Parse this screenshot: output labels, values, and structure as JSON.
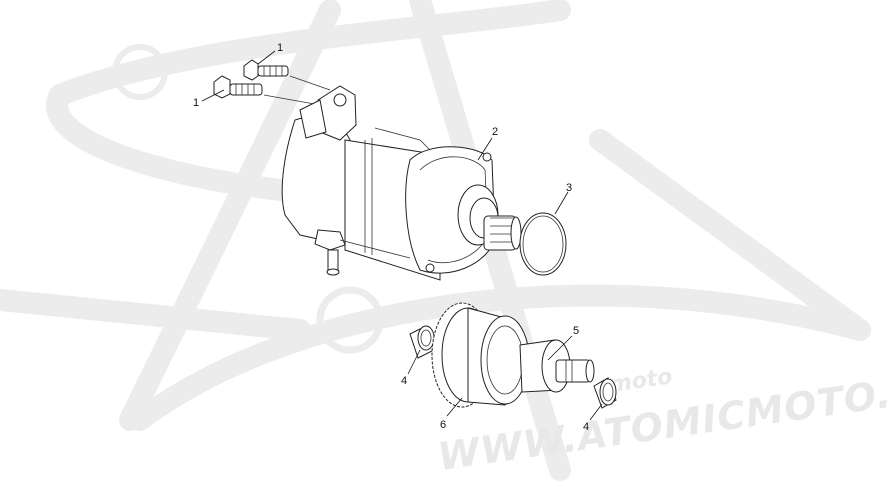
{
  "watermark": {
    "site": "WWW.ATOMICMOTO.FR",
    "brand": "moto",
    "color": "#e6e6e6"
  },
  "callouts": [
    {
      "label": "1"
    },
    {
      "label": "1"
    },
    {
      "label": "2"
    },
    {
      "label": "3"
    },
    {
      "label": "4"
    },
    {
      "label": "5"
    },
    {
      "label": "6"
    },
    {
      "label": "4"
    }
  ]
}
